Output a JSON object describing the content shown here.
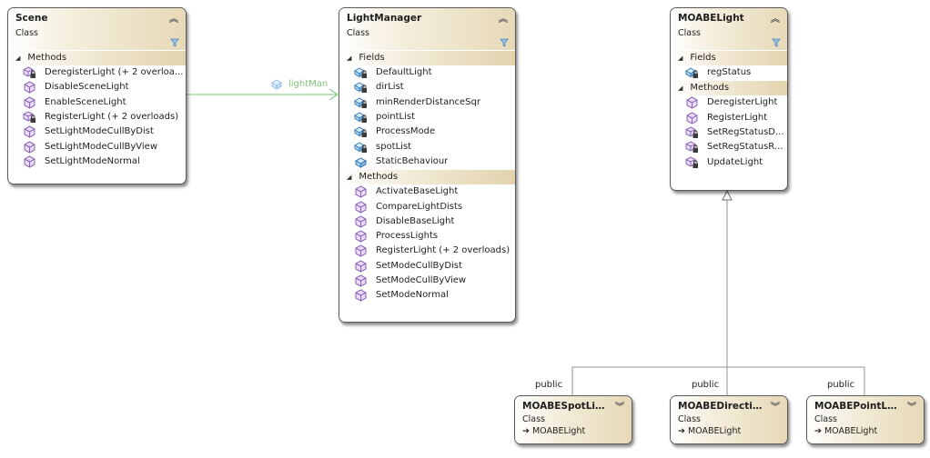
{
  "colors": {
    "association": "#7cc47c",
    "inheritance": "#909090",
    "header_accent": "#e7d9b7"
  },
  "association": {
    "label": "lightMan"
  },
  "inheritance_labels": [
    "public",
    "public",
    "public"
  ],
  "classes": {
    "scene": {
      "name": "Scene",
      "kind": "Class",
      "methods_header": "Methods",
      "methods": [
        {
          "name": "DeregisterLight (+ 2 overloa...",
          "icon": "method-private-icon"
        },
        {
          "name": "DisableSceneLight",
          "icon": "method-public-icon"
        },
        {
          "name": "EnableSceneLight",
          "icon": "method-public-icon"
        },
        {
          "name": "RegisterLight (+ 2 overloads)",
          "icon": "method-private-icon"
        },
        {
          "name": "SetLightModeCullByDist",
          "icon": "method-public-icon"
        },
        {
          "name": "SetLightModeCullByView",
          "icon": "method-public-icon"
        },
        {
          "name": "SetLightModeNormal",
          "icon": "method-public-icon"
        }
      ]
    },
    "lightmanager": {
      "name": "LightManager",
      "kind": "Class",
      "fields_header": "Fields",
      "fields": [
        {
          "name": "DefaultLight",
          "icon": "field-private-icon"
        },
        {
          "name": "dirList",
          "icon": "field-private-icon"
        },
        {
          "name": "minRenderDistanceSqr",
          "icon": "field-private-icon"
        },
        {
          "name": "pointList",
          "icon": "field-private-icon"
        },
        {
          "name": "ProcessMode",
          "icon": "field-private-icon"
        },
        {
          "name": "spotList",
          "icon": "field-private-icon"
        },
        {
          "name": "StaticBehaviour",
          "icon": "field-public-icon"
        }
      ],
      "methods_header": "Methods",
      "methods": [
        {
          "name": "ActivateBaseLight",
          "icon": "method-public-icon"
        },
        {
          "name": "CompareLightDists",
          "icon": "method-public-icon"
        },
        {
          "name": "DisableBaseLight",
          "icon": "method-public-icon"
        },
        {
          "name": "ProcessLights",
          "icon": "method-public-icon"
        },
        {
          "name": "RegisterLight (+ 2 overloads)",
          "icon": "method-public-icon"
        },
        {
          "name": "SetModeCullByDist",
          "icon": "method-public-icon"
        },
        {
          "name": "SetModeCullByView",
          "icon": "method-public-icon"
        },
        {
          "name": "SetModeNormal",
          "icon": "method-public-icon"
        }
      ]
    },
    "moabelight": {
      "name": "MOABELight",
      "kind": "Class",
      "fields_header": "Fields",
      "fields": [
        {
          "name": "regStatus",
          "icon": "field-private-icon"
        }
      ],
      "methods_header": "Methods",
      "methods": [
        {
          "name": "DeregisterLight",
          "icon": "method-public-icon"
        },
        {
          "name": "RegisterLight",
          "icon": "method-public-icon"
        },
        {
          "name": "SetRegStatusD...",
          "icon": "method-private-icon"
        },
        {
          "name": "SetRegStatusRe...",
          "icon": "method-private-icon"
        },
        {
          "name": "UpdateLight",
          "icon": "method-private-icon"
        }
      ]
    },
    "spot": {
      "name": "MOABESpotLight",
      "kind": "Class",
      "base": "MOABELight"
    },
    "directional": {
      "name": "MOABEDirectio...",
      "kind": "Class",
      "base": "MOABELight"
    },
    "point": {
      "name": "MOABEPointLight",
      "kind": "Class",
      "base": "MOABELight"
    }
  }
}
